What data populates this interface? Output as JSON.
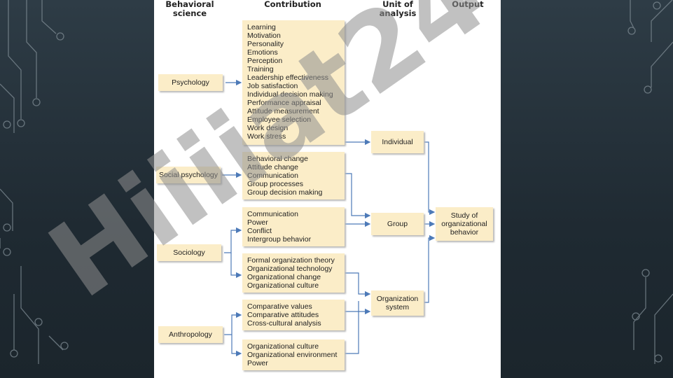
{
  "headers": {
    "behavioral_science": [
      "Behavioral",
      "science"
    ],
    "contribution": "Contribution",
    "unit_of_analysis": [
      "Unit of",
      "analysis"
    ],
    "output": "Output"
  },
  "sciences": {
    "psychology": "Psychology",
    "social_psychology": "Social psychology",
    "sociology": "Sociology",
    "anthropology": "Anthropology"
  },
  "contributions": {
    "psychology": [
      "Learning",
      "Motivation",
      "Personality",
      "Emotions",
      "Perception",
      "Training",
      "Leadership effectiveness",
      "Job satisfaction",
      "Individual decision making",
      "Performance appraisal",
      "Attitude measurement",
      "Employee selection",
      "Work design",
      "Work stress"
    ],
    "social_psychology": [
      "Behavioral change",
      "Attitude change",
      "Communication",
      "Group processes",
      "Group decision making"
    ],
    "sociology_group": [
      "Communication",
      "Power",
      "Conflict",
      "Intergroup behavior"
    ],
    "sociology_org": [
      "Formal organization theory",
      "Organizational technology",
      "Organizational change",
      "Organizational culture"
    ],
    "anthropology_group": [
      "Comparative values",
      "Comparative attitudes",
      "Cross-cultural analysis"
    ],
    "anthropology_org": [
      "Organizational culture",
      "Organizational environment",
      "Power"
    ]
  },
  "units": {
    "individual": "Individual",
    "group": "Group",
    "organization": [
      "Organization",
      "system"
    ]
  },
  "output": [
    "Study of",
    "organizational",
    "behavior"
  ],
  "watermark": "Hiiiiat24",
  "colors": {
    "box_fill": "#fbedc8",
    "arrow": "#4d7ab8",
    "background": "#26323b",
    "watermark": "#c3c3c3"
  }
}
